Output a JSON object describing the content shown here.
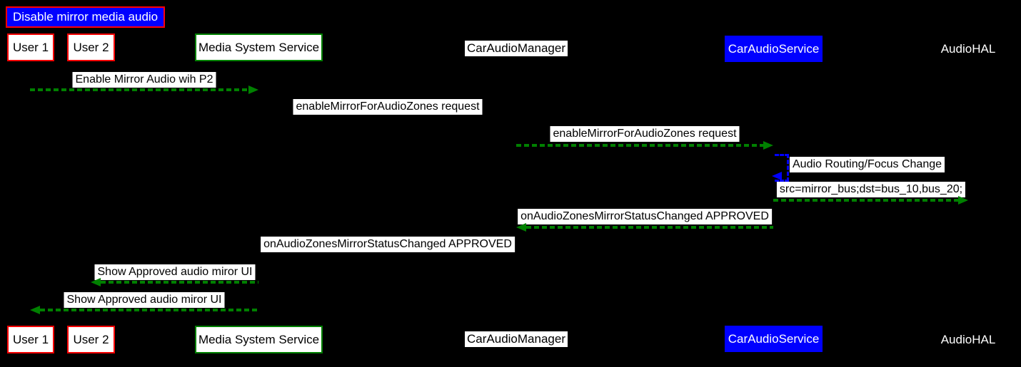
{
  "diagram": {
    "title": "Disable mirror media audio",
    "colors": {
      "green": "#008000",
      "blue": "#0000ff",
      "red": "#ff0000",
      "background": "#000000",
      "label_bg": "#ffffff"
    },
    "participants": [
      {
        "label": "User 1",
        "style": "red-box"
      },
      {
        "label": "User 2",
        "style": "red-box"
      },
      {
        "label": "Media System Service",
        "style": "green-box"
      },
      {
        "label": "CarAudioManager",
        "style": "white-label"
      },
      {
        "label": "CarAudioService",
        "style": "blue-box"
      },
      {
        "label": "AudioHAL",
        "style": "plain-text"
      }
    ],
    "messages": [
      {
        "label": "Enable Mirror Audio wih P2",
        "from": "User 1",
        "to": "Media System Service",
        "arrow": "right",
        "color": "green"
      },
      {
        "label": "enableMirrorForAudioZones request",
        "from": "Media System Service",
        "to": "CarAudioManager",
        "arrow": "none"
      },
      {
        "label": "enableMirrorForAudioZones request",
        "from": "CarAudioManager",
        "to": "CarAudioService",
        "arrow": "right",
        "color": "green"
      },
      {
        "label": "Audio Routing/Focus Change",
        "from": "CarAudioService",
        "to": "CarAudioService",
        "arrow": "self",
        "color": "blue"
      },
      {
        "label": "src=mirror_bus;dst=bus_10,bus_20;",
        "from": "CarAudioService",
        "to": "AudioHAL",
        "arrow": "right",
        "color": "green"
      },
      {
        "label": "onAudioZonesMirrorStatusChanged APPROVED",
        "from": "CarAudioService",
        "to": "CarAudioManager",
        "arrow": "left",
        "color": "green"
      },
      {
        "label": "onAudioZonesMirrorStatusChanged APPROVED",
        "from": "CarAudioManager",
        "to": "Media System Service",
        "arrow": "none"
      },
      {
        "label": "Show Approved audio miror UI",
        "from": "Media System Service",
        "to": "User 2",
        "arrow": "left",
        "color": "green"
      },
      {
        "label": "Show Approved audio miror UI",
        "from": "Media System Service",
        "to": "User 1",
        "arrow": "left",
        "color": "green"
      }
    ]
  }
}
